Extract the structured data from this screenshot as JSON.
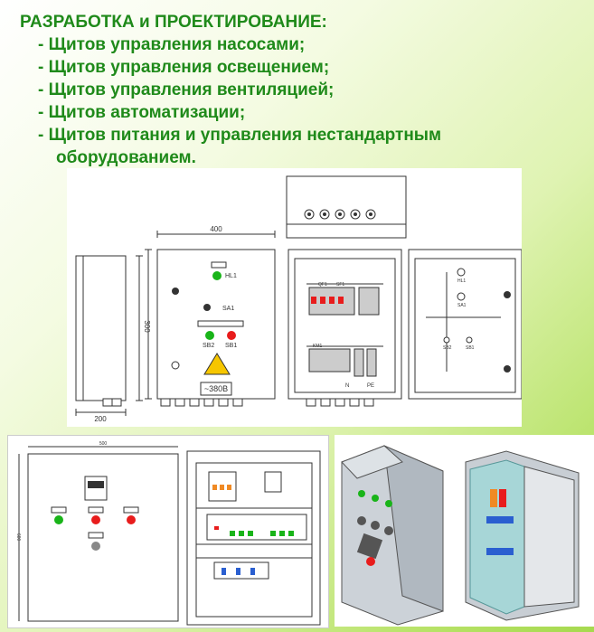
{
  "heading": {
    "title": "РАЗРАБОТКА и ПРОЕКТИРОВАНИЕ:",
    "items": [
      "- Щитов управления насосами;",
      "- Щитов управления освещением;",
      "- Щитов управления вентиляцией;",
      "- Щитов автоматизации;",
      "- Щитов питания и управления нестандартным"
    ],
    "item_cont": "оборудованием."
  },
  "drawing": {
    "dim_width": "400",
    "dim_height": "300",
    "dim_depth": "200",
    "hl1": "HL1",
    "sa1": "SA1",
    "sb2": "SB2",
    "sb1": "SB1",
    "voltage": "~380В",
    "qf1": "QF1",
    "sf1": "SF1",
    "km1": "KM1",
    "n": "N",
    "pe": "PE",
    "hl_door": "HL1",
    "sa_door": "SA1",
    "sb_door_2": "SB2",
    "sb_door_1": "SB1"
  },
  "drawing2": {
    "dim_width": "500",
    "dim_height": "600"
  }
}
